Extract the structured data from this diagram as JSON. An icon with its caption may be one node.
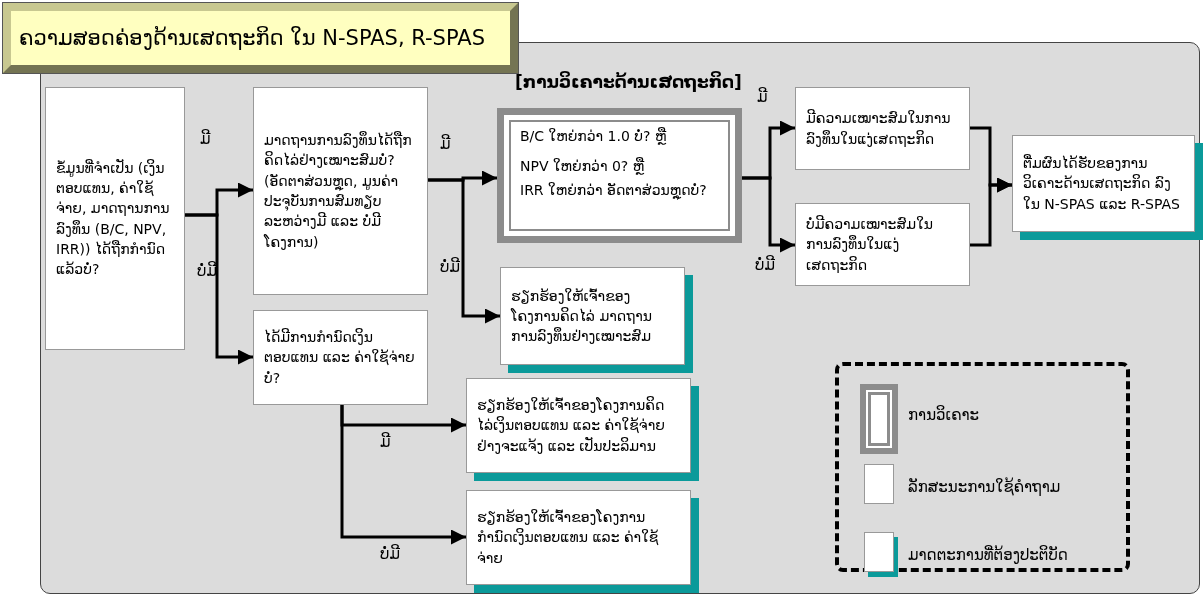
{
  "diagram": {
    "title": "ຄວາມສອດຄ່ອງດ້ານເສດຖະກິດ ໃນ N-SPAS, R-SPAS",
    "nodes": [
      {
        "text": [
          "ຂໍ້ມູນທີ່ຈຳເປັນ (ເງິນຕອບແທນ, ຄ່າໃຊ້ຈ່າຍ, ມາດຖານການລົງທຶນ (B/C, NPV, IRR)) ໄດ້ຖືກກຳນົດແລ້ວບໍ່?"
        ]
      },
      {
        "text": [
          "ມາດຖານການລົງທຶນໄດ້ຖືກຄິດໄລ່ຢ່າງເໝາະສົມບໍ່? (ອັດຕາສ່ວນຫຼຸດ, ມູນຄ່າປະຈຸບັນການສົມທຽບລະຫວ່າງມີ ແລະ ບໍ່ມີໂຄງການ)"
        ]
      },
      {
        "text": [
          "ໄດ້ມີການກຳນົດເງິນຕອບແທນ ແລະ ຄ່າໃຊ້ຈ່າຍບໍ່?"
        ]
      },
      {
        "text": [
          "[ການວິເຄາະດ້ານເສດຖະກິດ]",
          "B/C ໃຫຍ່ກວ່າ 1.0 ບໍ່? ຫຼື",
          "NPV ໃຫຍ່ກວ່າ 0? ຫຼື",
          "IRR ໃຫຍ່ກວ່າ ອັດຕາສ່ວນຫຼຸດບໍ່?"
        ]
      },
      {
        "text": [
          "ຮຽກຮ້ອງໃຫ້ເຈົ້າຂອງໂຄງການຄິດໄລ່ ມາດຖານການລົງທຶນຢ່າງເໝາະສົມ"
        ]
      },
      {
        "text": [
          "ມີຄວາມເໝາະສົມໃນການລົງທຶນໃນແງ່ເສດຖະກິດ"
        ]
      },
      {
        "text": [
          "ບໍ່ມີຄວາມເໝາະສົມໃນການລົງທຶນໃນແງ່ເສດຖະກິດ"
        ]
      },
      {
        "text": [
          "ຕື່ມຜົນໄດ້ຮັບຂອງການວິເຄາະດ້ານເສດຖະກິດ ລົງໃນ N-SPAS ແລະ R-SPAS"
        ]
      },
      {
        "text": [
          "ຮຽກຮ້ອງໃຫ້ເຈົ້າຂອງໂຄງການຄິດໄລ່ເງິນຕອບແທນ ແລະ ຄ່າໃຊ້ຈ່າຍຢ່າງຈະແຈ້ງ ແລະ ເປັນປະລິມານ"
        ]
      },
      {
        "text": [
          "ຮຽກຮ້ອງໃຫ້ເຈົ້າຂອງໂຄງການ ກຳນົດເງິນຕອບແທນ ແລະ ຄ່າໃຊ້ຈ່າຍ"
        ]
      }
    ],
    "edges": [
      {
        "from": 0,
        "to": 1,
        "arrow": "to",
        "label": "ມີ"
      },
      {
        "from": 0,
        "to": 2,
        "arrow": "to",
        "label": "ບໍ່ມີ"
      },
      {
        "from": 1,
        "to": 3,
        "arrow": "to",
        "label": "ມີ"
      },
      {
        "from": 1,
        "to": 4,
        "arrow": "to",
        "label": "ບໍ່ມີ"
      },
      {
        "from": 3,
        "to": 5,
        "arrow": "to",
        "label": "ມີ"
      },
      {
        "from": 3,
        "to": 6,
        "arrow": "to",
        "label": "ບໍ່ມີ"
      },
      {
        "from": 5,
        "to": 7,
        "arrow": "to"
      },
      {
        "from": 6,
        "to": 7,
        "arrow": "to"
      },
      {
        "from": 2,
        "to": 8,
        "arrow": "to",
        "label": "ມີ"
      },
      {
        "from": 2,
        "to": 9,
        "arrow": "to",
        "label": "ບໍ່ມີ"
      }
    ],
    "legend": [
      {
        "text": "ການວິເຄາະ"
      },
      {
        "text": "ລັກສະນະການໃຊ້ຄຳຖາມ"
      },
      {
        "text": "ມາດຕະການທີ່ຕ້ອງປະຕິບັດ"
      }
    ]
  }
}
